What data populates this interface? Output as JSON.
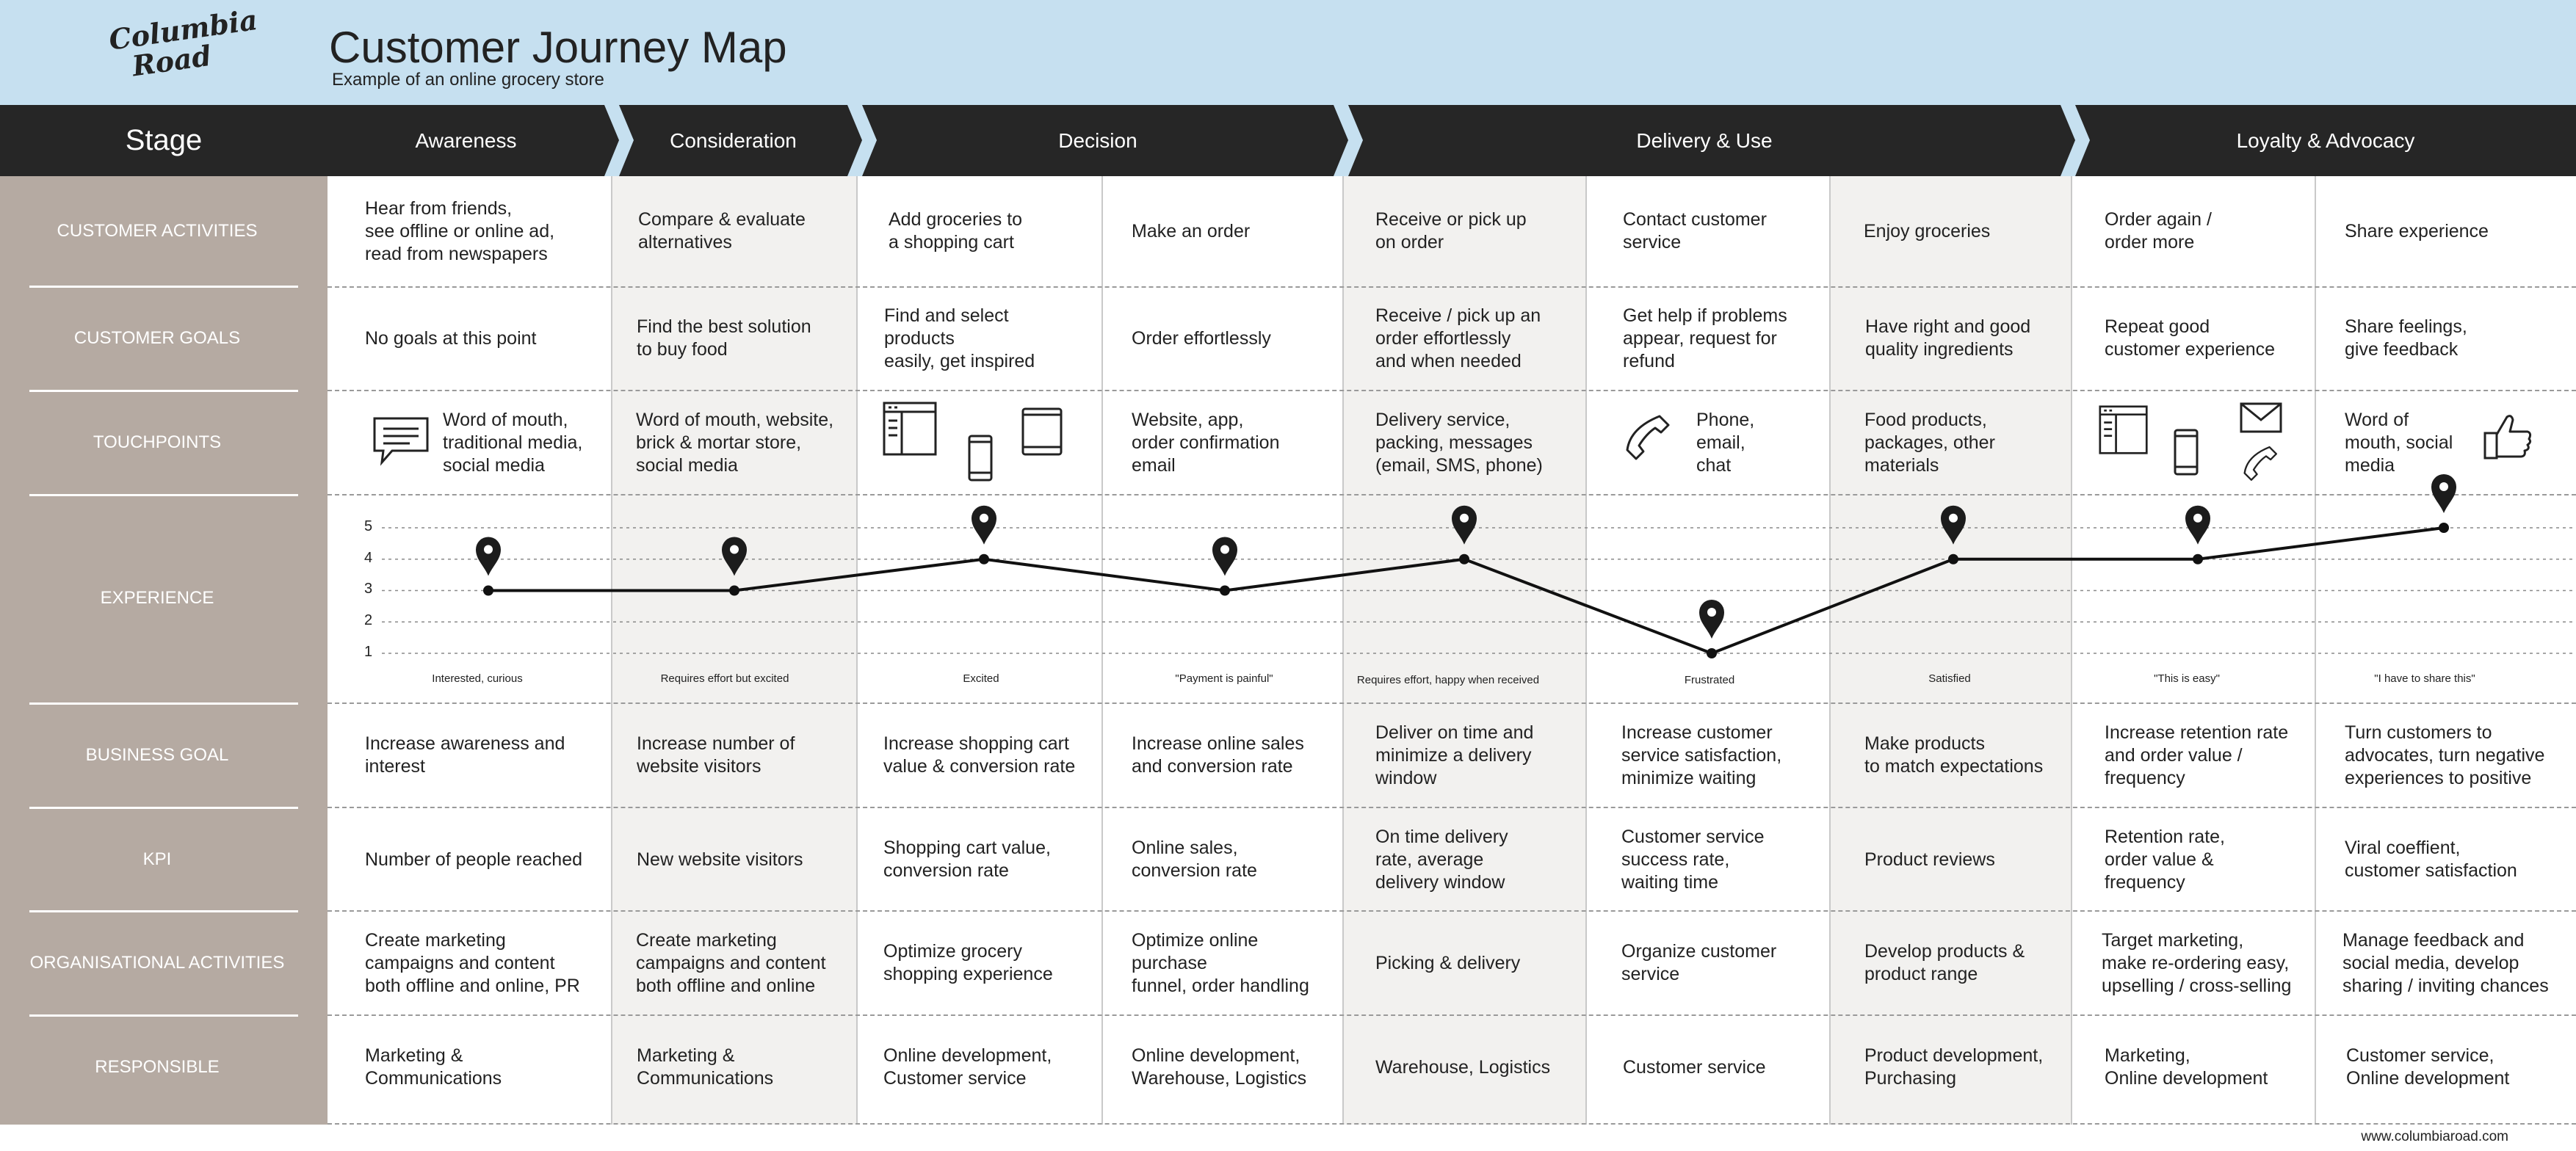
{
  "header": {
    "logo_line1": "Columbia",
    "logo_line2": "Road",
    "title": "Customer Journey Map",
    "subtitle": "Example of an online grocery store"
  },
  "stage_header": "Stage",
  "stages": [
    "Awareness",
    "Consideration",
    "Decision",
    "Delivery & Use",
    "Loyalty & Advocacy"
  ],
  "row_labels": [
    "CUSTOMER ACTIVITIES",
    "CUSTOMER GOALS",
    "TOUCHPOINTS",
    "EXPERIENCE",
    "BUSINESS GOAL",
    "KPI",
    "ORGANISATIONAL ACTIVITIES",
    "RESPONSIBLE"
  ],
  "columns": [
    {
      "activity": "Hear from friends,\nsee offline or online ad,\nread from newspapers",
      "goal": "No goals at this point",
      "touchpoint": "Word of mouth,\ntraditional media,\nsocial media",
      "emotion": "Interested, curious",
      "business_goal": "Increase awareness and\ninterest",
      "kpi": "Number of people reached",
      "org_activity": "Create marketing\ncampaigns and content\nboth offline and online, PR",
      "responsible": "Marketing &\nCommunications"
    },
    {
      "activity": "Compare & evaluate\nalternatives",
      "goal": "Find the best solution\nto buy food",
      "touchpoint": "Word of mouth, website,\nbrick & mortar store,\nsocial media",
      "emotion": "Requires effort but excited",
      "business_goal": "Increase number of\nwebsite visitors",
      "kpi": "New website visitors",
      "org_activity": "Create marketing\ncampaigns and content\nboth offline and online",
      "responsible": "Marketing &\nCommunications"
    },
    {
      "activity": "Add groceries to\na shopping cart",
      "goal": "Find and select\nproducts\neasily, get inspired",
      "touchpoint": "",
      "emotion": "Excited",
      "business_goal": "Increase shopping cart\nvalue & conversion rate",
      "kpi": "Shopping cart value,\nconversion rate",
      "org_activity": "Optimize grocery\nshopping experience",
      "responsible": "Online development,\nCustomer service"
    },
    {
      "activity": "Make an order",
      "goal": "Order effortlessly",
      "touchpoint": "Website, app,\norder confirmation\nemail",
      "emotion": "\"Payment is painful\"",
      "business_goal": "Increase online sales\nand conversion rate",
      "kpi": "Online sales,\nconversion rate",
      "org_activity": "Optimize online\npurchase\nfunnel, order handling",
      "responsible": "Online development,\nWarehouse, Logistics"
    },
    {
      "activity": "Receive or pick up\non order",
      "goal": "Receive / pick up an\norder effortlessly\nand when needed",
      "touchpoint": "Delivery service,\npacking, messages\n(email, SMS, phone)",
      "emotion": "Requires effort, happy when received",
      "business_goal": "Deliver on time and\nminimize a delivery\nwindow",
      "kpi": "On time delivery\nrate, average\ndelivery window",
      "org_activity": "Picking & delivery",
      "responsible": "Warehouse, Logistics"
    },
    {
      "activity": "Contact customer\nservice",
      "goal": "Get help if problems\nappear, request for\nrefund",
      "touchpoint": "Phone,\nemail,\nchat",
      "emotion": "Frustrated",
      "business_goal": "Increase customer\nservice satisfaction,\nminimize waiting",
      "kpi": "Customer service\nsuccess rate,\nwaiting time",
      "org_activity": "Organize customer\nservice",
      "responsible": "Customer service"
    },
    {
      "activity": "Enjoy groceries",
      "goal": "Have right and good\nquality ingredients",
      "touchpoint": "Food products,\npackages, other\nmaterials",
      "emotion": "Satisfied",
      "business_goal": "Make products\nto match expectations",
      "kpi": "Product reviews",
      "org_activity": "Develop products &\nproduct range",
      "responsible": "Product development,\nPurchasing"
    },
    {
      "activity": "Order again /\norder more",
      "goal": "Repeat good\ncustomer experience",
      "touchpoint": "",
      "emotion": "\"This is easy\"",
      "business_goal": "Increase retention rate\nand order value /\nfrequency",
      "kpi": "Retention rate,\norder value &\nfrequency",
      "org_activity": "Target marketing,\nmake re-ordering easy,\nupselling / cross-selling",
      "responsible": "Marketing,\nOnline development"
    },
    {
      "activity": "Share experience",
      "goal": "Share feelings,\ngive feedback",
      "touchpoint": "Word of\nmouth, social\nmedia",
      "emotion": "\"I have to share this\"",
      "business_goal": "Turn customers to\nadvocates, turn negative\nexperiences to positive",
      "kpi": "Viral coeffient,\ncustomer satisfaction",
      "org_activity": "Manage feedback and\nsocial media, develop\nsharing / inviting chances",
      "responsible": "Customer service,\nOnline development"
    }
  ],
  "experience_scale": [
    "5",
    "4",
    "3",
    "2",
    "1"
  ],
  "chart_data": {
    "type": "line",
    "categories": [
      "Interested, curious",
      "Requires effort but excited",
      "Excited",
      "\"Payment is painful\"",
      "Requires effort, happy when received",
      "Frustrated",
      "Satisfied",
      "\"This is easy\"",
      "\"I have to share this\""
    ],
    "values": [
      3,
      3,
      4,
      3,
      4,
      1,
      4,
      4,
      5
    ],
    "ylim": [
      1,
      5
    ]
  },
  "colors": {
    "header_bg": "#c6e0f0",
    "stage_bar": "#262626",
    "sidebar": "#b5aaa2",
    "shaded_column": "#f2f1ef"
  },
  "footer": "www.columbiaroad.com"
}
